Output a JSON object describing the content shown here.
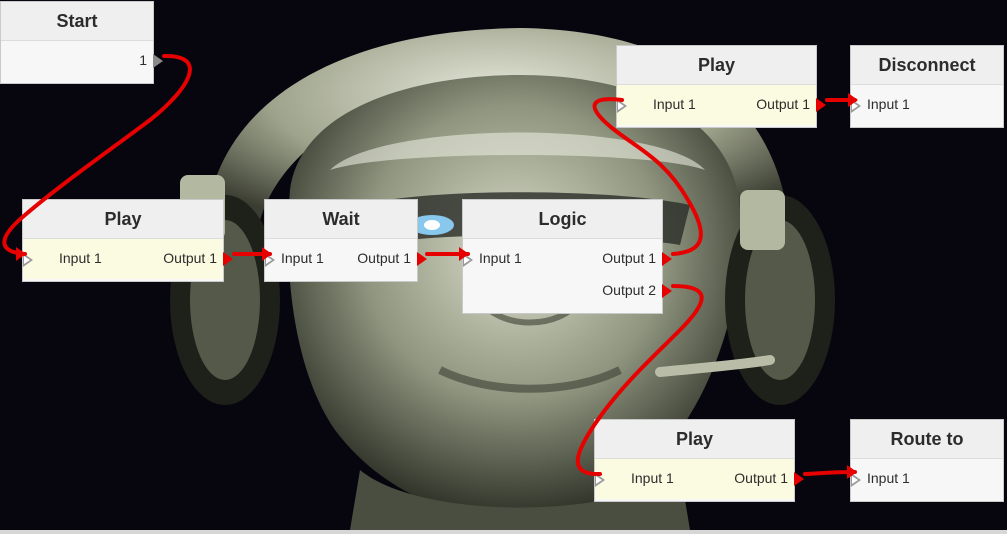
{
  "nodes": {
    "start": {
      "title": "Start",
      "output_label": "1"
    },
    "play_left": {
      "title": "Play",
      "input_label": "Input 1",
      "output_label": "Output 1"
    },
    "wait": {
      "title": "Wait",
      "input_label": "Input 1",
      "output_label": "Output 1"
    },
    "logic": {
      "title": "Logic",
      "input_label": "Input 1",
      "output1_label": "Output 1",
      "output2_label": "Output 2"
    },
    "play_top": {
      "title": "Play",
      "input_label": "Input 1",
      "output_label": "Output 1"
    },
    "disconnect": {
      "title": "Disconnect",
      "input_label": "Input 1"
    },
    "play_bottom": {
      "title": "Play",
      "input_label": "Input 1",
      "output_label": "Output 1"
    },
    "route_to": {
      "title": "Route to",
      "input_label": "Input 1"
    }
  },
  "colors": {
    "wire": "#e60000",
    "port": "#8a8a8a",
    "node_header": "#efefef",
    "node_highlight": "#fbfbe1",
    "canvas_background": "#07060e"
  }
}
